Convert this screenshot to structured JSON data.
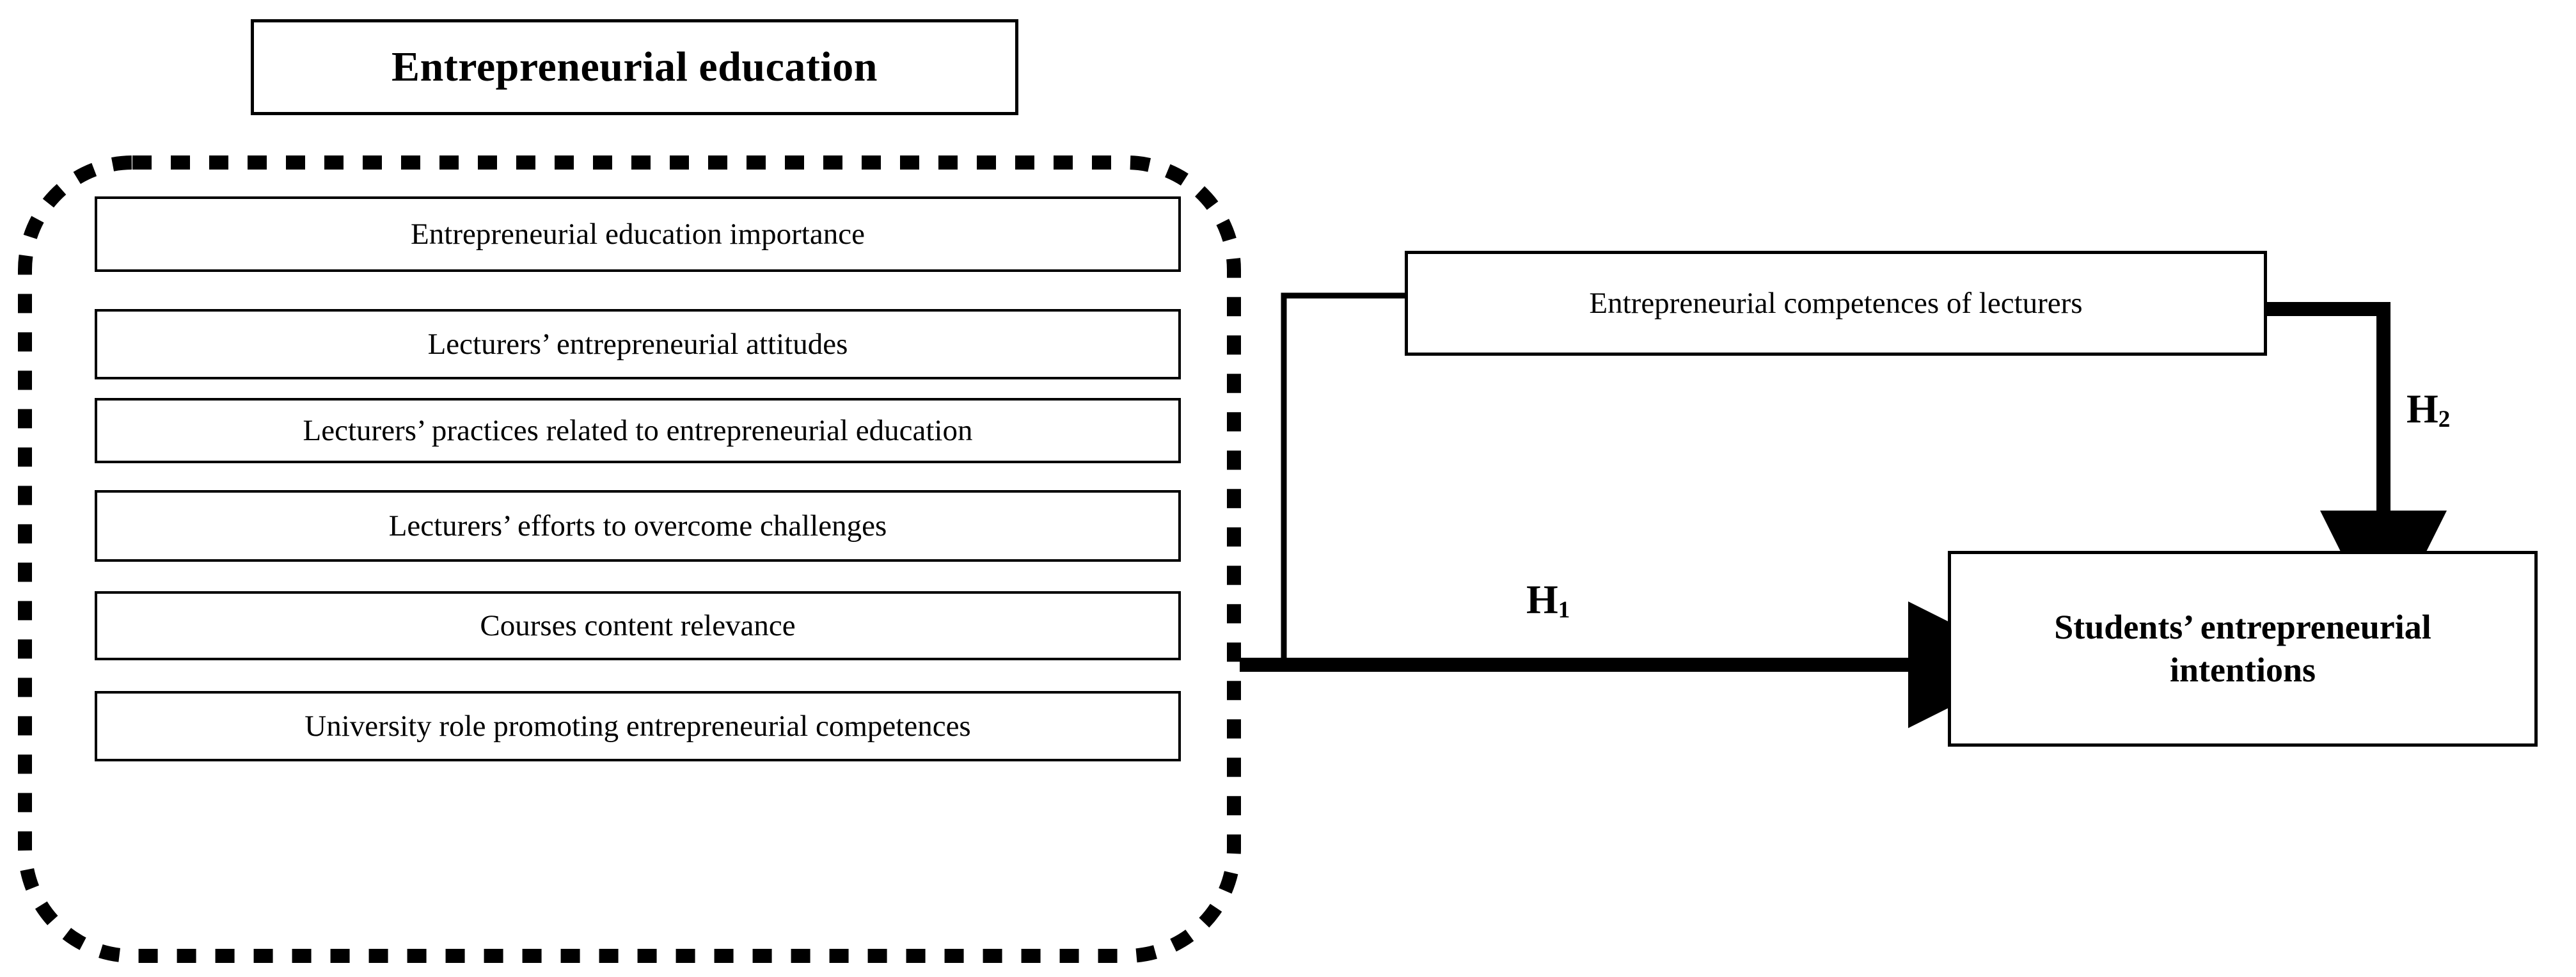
{
  "diagram": {
    "title": "Entrepreneurial education",
    "group_label": "Entrepreneurial education",
    "factors": [
      {
        "label": "Entrepreneurial education importance"
      },
      {
        "label": "Lecturers’ entrepreneurial attitudes"
      },
      {
        "label": "Lecturers’ practices related to entrepreneurial education"
      },
      {
        "label": "Lecturers’ efforts to overcome challenges"
      },
      {
        "label": "Courses content relevance"
      },
      {
        "label": "University role promoting entrepreneurial competences"
      }
    ],
    "nodes": {
      "competences": "Entrepreneurial competences of lecturers",
      "intentions_line1": "Students’ entrepreneurial",
      "intentions_line2": "intentions"
    },
    "hypotheses": {
      "h1": {
        "letter": "H",
        "subscript": "1"
      },
      "h2": {
        "letter": "H",
        "subscript": "2"
      }
    },
    "colors": {
      "stroke": "#000000",
      "background": "#ffffff"
    }
  }
}
